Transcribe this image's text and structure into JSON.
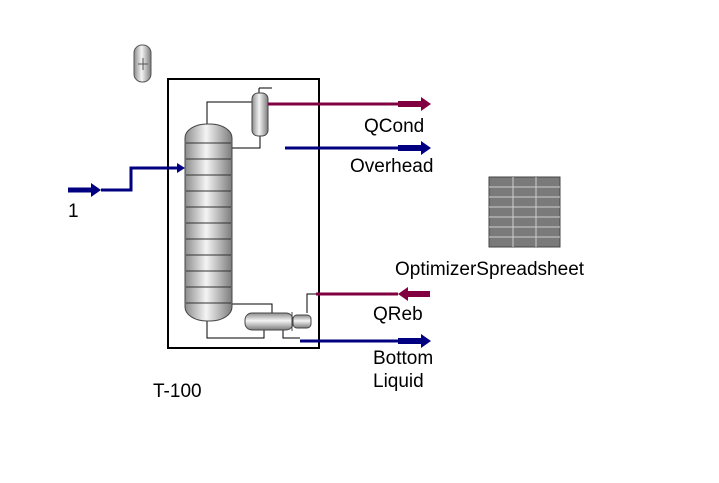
{
  "flowsheet": {
    "feed_stream": "1",
    "column_name": "T-100",
    "condenser_duty": "QCond",
    "overhead_stream": "Overhead",
    "reboiler_duty": "QReb",
    "bottoms_stream_line1": "Bottom",
    "bottoms_stream_line2": "Liquid",
    "spreadsheet": "OptimizerSpreadsheet"
  },
  "colors": {
    "material_stream": "#000080",
    "energy_stream": "#800040",
    "vessel_outline": "#000000",
    "spreadsheet_fill": "#7a7a7a"
  }
}
